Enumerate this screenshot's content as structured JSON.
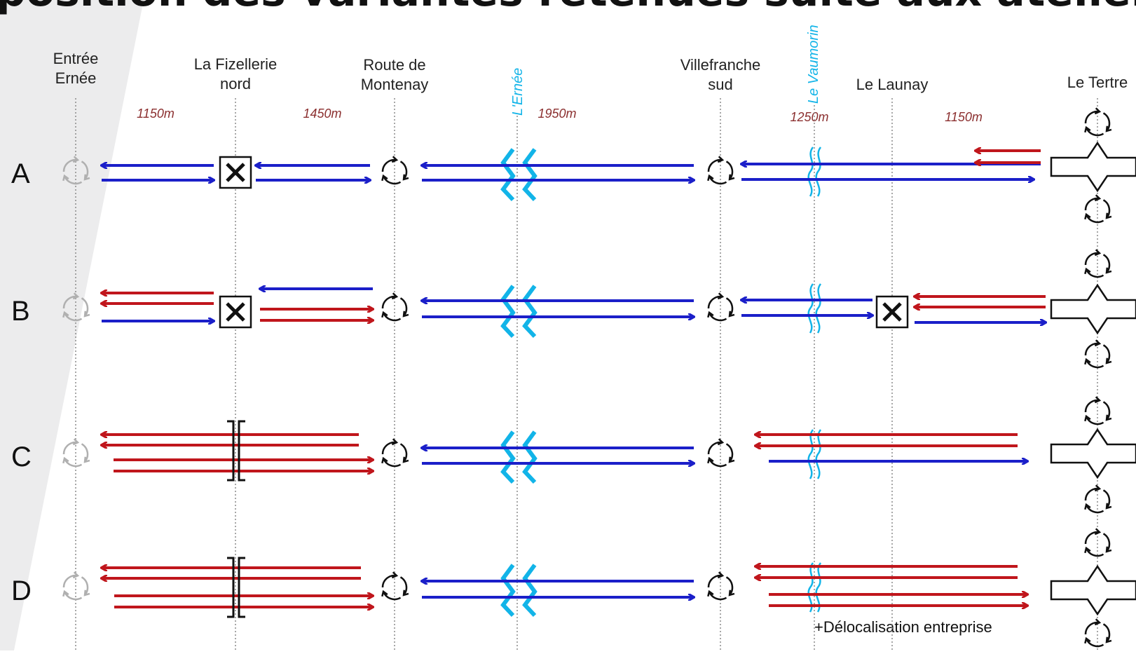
{
  "title": "position des variantes retenues suite aux ateliers",
  "locations": [
    {
      "id": "entree-ernee",
      "lines": [
        "Entrée",
        "Ernée"
      ]
    },
    {
      "id": "la-fizellerie-nord",
      "lines": [
        "La Fizellerie",
        "nord"
      ]
    },
    {
      "id": "route-de-montenay",
      "lines": [
        "Route de",
        "Montenay"
      ]
    },
    {
      "id": "villefranche-sud",
      "lines": [
        "Villefranche",
        "sud"
      ]
    },
    {
      "id": "le-launay",
      "lines": [
        "Le Launay"
      ]
    },
    {
      "id": "le-tertre",
      "lines": [
        "Le Tertre"
      ]
    }
  ],
  "rivers": [
    "L'Ernée",
    "Le Vaumorin"
  ],
  "distances": [
    "1150m",
    "1450m",
    "1950m",
    "1250m",
    "1150m"
  ],
  "rows": [
    "A",
    "B",
    "C",
    "D"
  ],
  "note": "+Délocalisation entreprise",
  "colors": {
    "blue": "#1b1fc9",
    "red": "#c0161c",
    "river": "#12b4e8",
    "grey_band": "#ececed",
    "guide": "#8a8a8a"
  }
}
